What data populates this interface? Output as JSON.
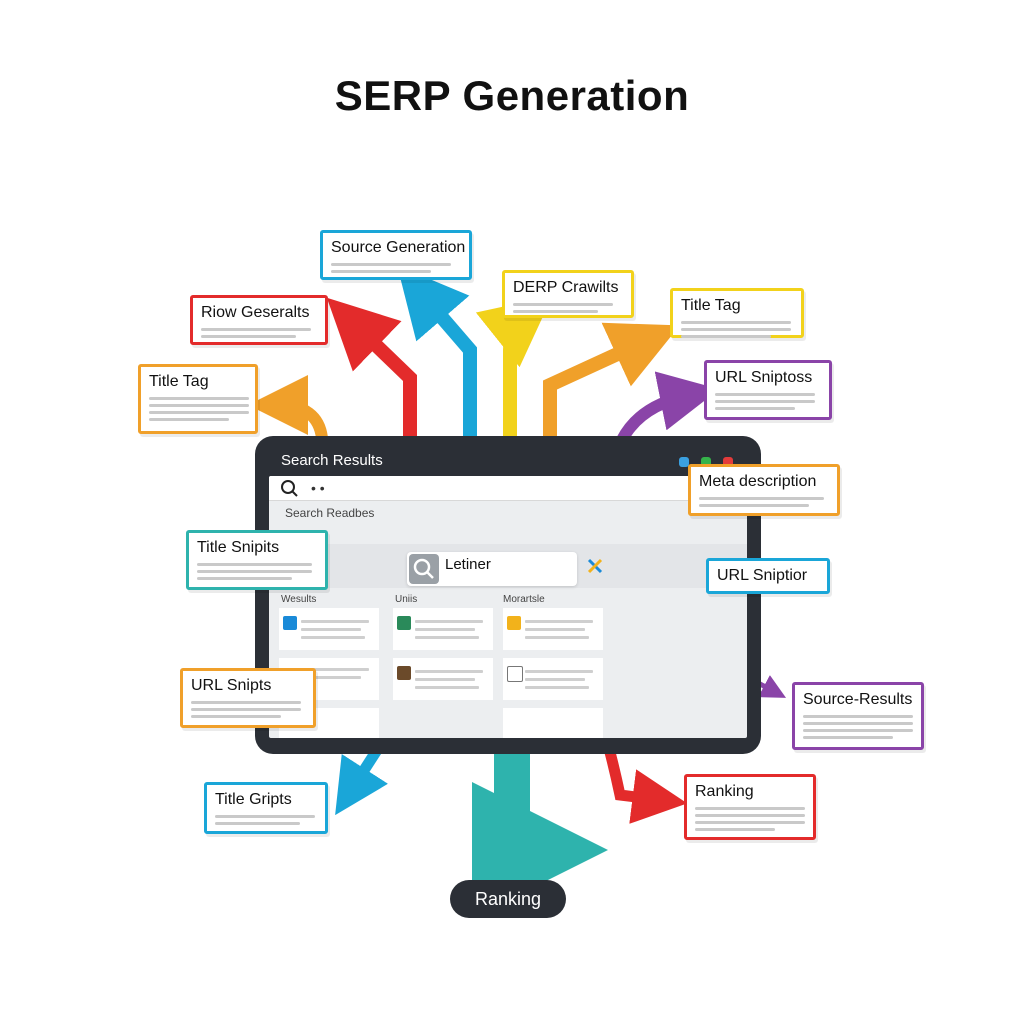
{
  "title": "SERP Generation",
  "monitor": {
    "window_title": "Search Results",
    "search_heading": "Search Readbes",
    "hub_label": "Letiner",
    "columns": [
      "Wesults",
      "Uniis",
      "Morartsle"
    ],
    "window_dots": [
      "#3aa0e0",
      "#35b34a",
      "#e33b3b"
    ]
  },
  "cards": {
    "source_generation": "Source Generation",
    "riow_geseralts": "Riow Geseralts",
    "derp_crawlits": "DERP Crawilts",
    "title_tag_top": "Title Tag",
    "title_tag_left": "Title Tag",
    "url_sniptoss": "URL Sniptoss",
    "meta_description": "Meta description",
    "title_snipts": "Title Snipits",
    "url_sniptior": "URL Sniptior",
    "url_snipts": "URL Snipts",
    "source_results": "Source-Results",
    "title_gripts": "Title Gripts",
    "ranking_card": "Ranking"
  },
  "bottom_pill": "Ranking",
  "colors": {
    "blue": "#1aa6d8",
    "red": "#e32b2b",
    "yellow": "#f2d21b",
    "orange": "#f0a02a",
    "purple": "#8a44a8",
    "teal": "#2eb3ad"
  }
}
